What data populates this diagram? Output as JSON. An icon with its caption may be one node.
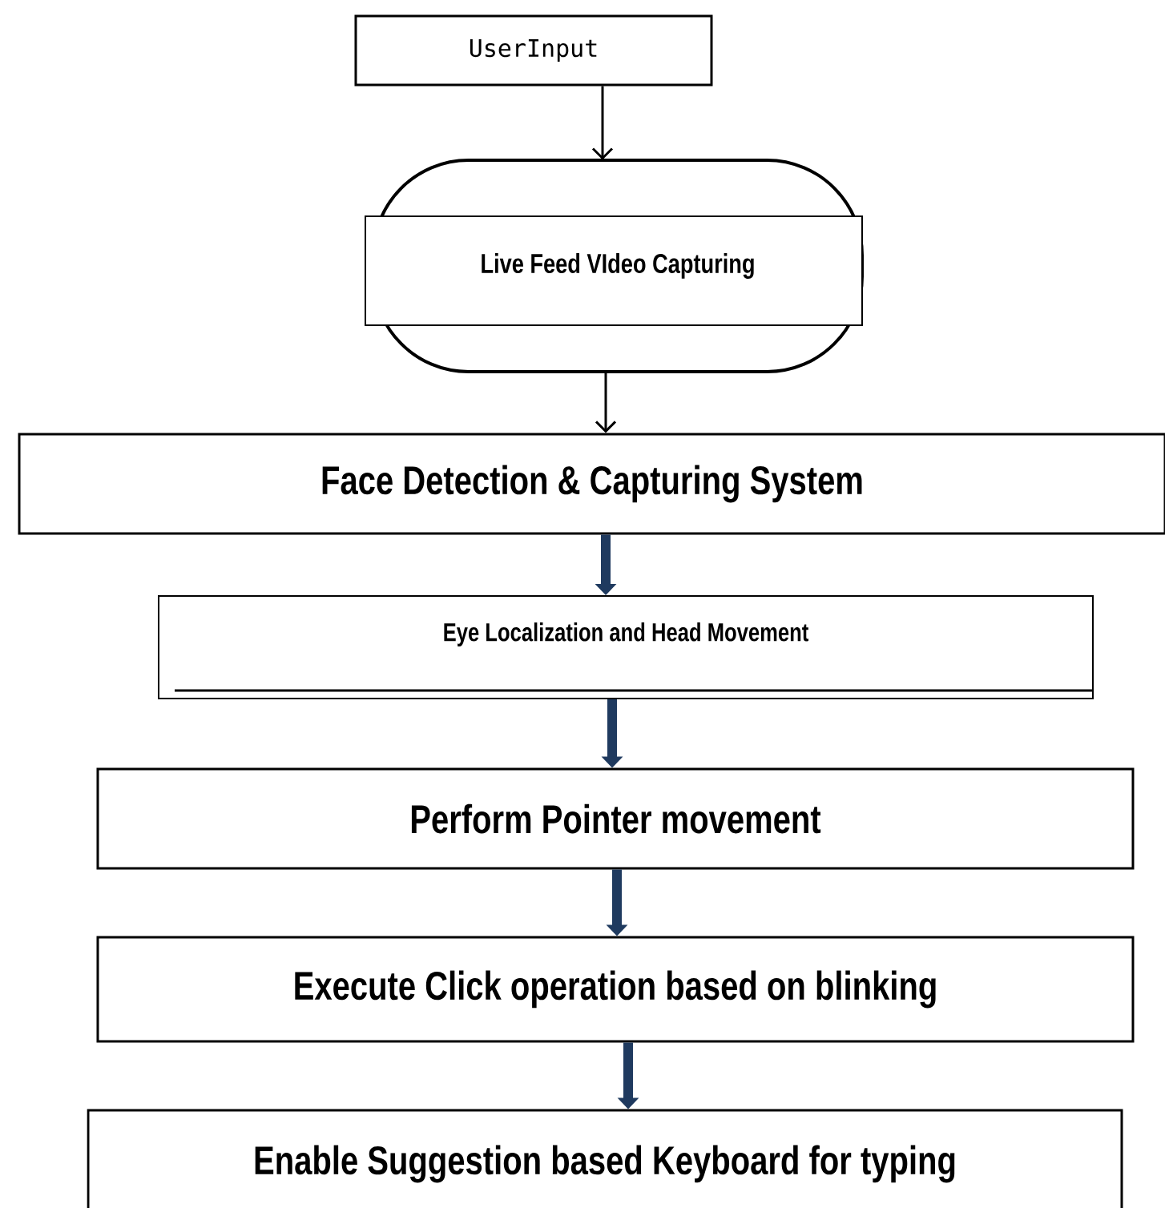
{
  "diagram": {
    "nodes": [
      {
        "text": [
          "UserInput"
        ]
      },
      {
        "text": [
          "Live Feed VIdeo Capturing"
        ]
      },
      {
        "text": [
          "Face Detection & Capturing System"
        ]
      },
      {
        "text": [
          "Eye Localization and Head Movement"
        ]
      },
      {
        "text": [
          "Perform Pointer movement"
        ]
      },
      {
        "text": [
          "Execute Click operation based on blinking"
        ]
      },
      {
        "text": [
          "Enable Suggestion based Keyboard for typing"
        ]
      }
    ],
    "edges": [
      {
        "from": 0,
        "to": 1,
        "arrow": "to",
        "color": "#000000"
      },
      {
        "from": 1,
        "to": 2,
        "arrow": "to",
        "color": "#000000"
      },
      {
        "from": 2,
        "to": 3,
        "arrow": "to"
      },
      {
        "from": 3,
        "to": 4,
        "arrow": "to"
      },
      {
        "from": 4,
        "to": 5,
        "arrow": "to"
      },
      {
        "from": 5,
        "to": 6,
        "arrow": "to"
      }
    ]
  }
}
